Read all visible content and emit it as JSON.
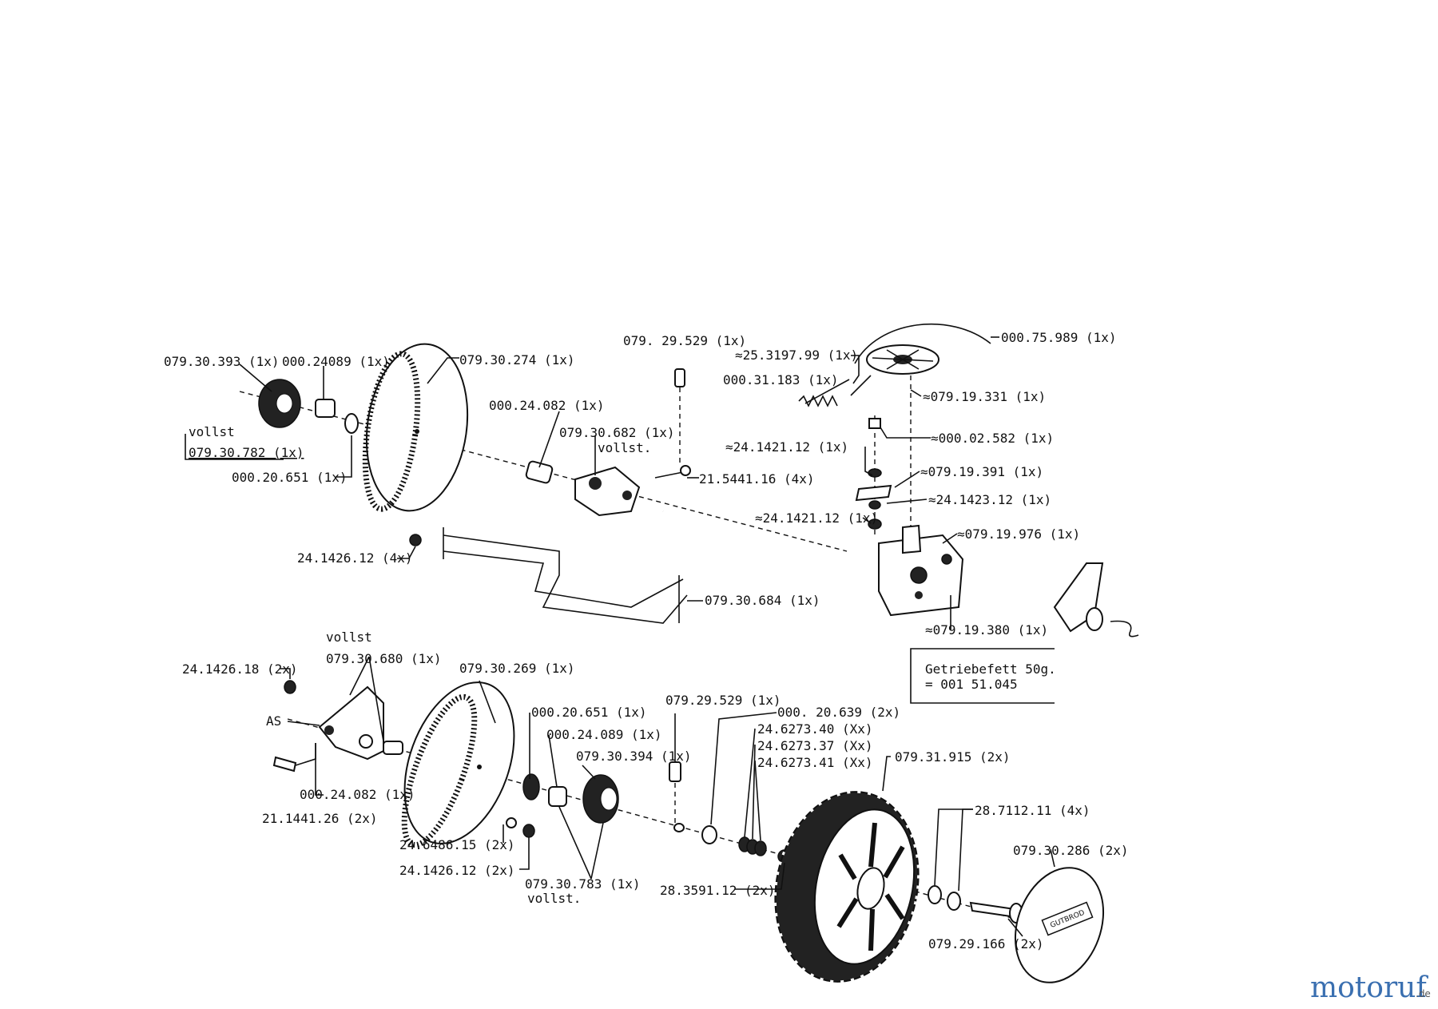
{
  "labels": {
    "p_079_30_393": "079.30.393 (1x)",
    "p_000_24089_a": "000.24089 (1x)",
    "p_079_30_274": "079.30.274 (1x)",
    "p_vollst_a": "vollst",
    "p_079_30_782": "079.30.782 (1x)",
    "p_000_20_651_a": "000.20.651 (1x)",
    "p_000_24_082_a": "000.24.082 (1x)",
    "p_079_30_682": "079.30.682 (1x)",
    "p_vollst_b": "vollst.",
    "p_079_29_529_a": "079. 29.529 (1x)",
    "p_21_5441_16": "21.5441.16 (4x)",
    "p_24_1426_12_a": "24.1426.12 (4x)",
    "p_079_30_684": "079.30.684 (1x)",
    "p_25_3197_99": "≈25.3197.99 (1x)",
    "p_000_31_183": "000.31.183 (1x)",
    "p_000_75_989": "000.75.989 (1x)",
    "p_079_19_331": "≈079.19.331 (1x)",
    "p_000_02_582": "≈000.02.582 (1x)",
    "p_24_1421_12_a": "≈24.1421.12 (1x)",
    "p_079_19_391": "≈079.19.391 (1x)",
    "p_24_1423_12": "≈24.1423.12 (1x)",
    "p_24_1421_12_b": "≈24.1421.12 (1x)",
    "p_079_19_976": "≈079.19.976 (1x)",
    "p_079_19_380": "≈079.19.380 (1x)",
    "p_getriebefett": "Getriebefett  50g.",
    "p_001_51_045": "= 001 51.045",
    "p_vollst_c": "vollst",
    "p_079_30_680": "079.30.680 (1x)",
    "p_24_1426_18": "24.1426.18 (2x)",
    "p_079_30_269": "079.30.269 (1x)",
    "p_AS": "AS",
    "p_000_24_082_b": "000.24.082 (1x)",
    "p_21_1441_26": "21.1441.26 (2x)",
    "p_000_20_651_b": "000.20.651 (1x)",
    "p_000_24_089_b": "000.24.089 (1x)",
    "p_079_30_394": "079.30.394 (1x)",
    "p_24_6486_15": "24.6486.15 (2x)",
    "p_24_1426_12_b": "24.1426.12 (2x)",
    "p_079_30_783": "079.30.783 (1x)",
    "p_vollst_d": "vollst.",
    "p_079_29_529_b": "079.29.529 (1x)",
    "p_000_20_639": "000. 20.639 (2x)",
    "p_24_6273_40": "24.6273.40 (Xx)",
    "p_24_6273_37": "24.6273.37 (Xx)",
    "p_24_6273_41": "24.6273.41 (Xx)",
    "p_079_31_915": "079.31.915 (2x)",
    "p_28_3591_12": "28.3591.12 (2x)",
    "p_28_7112_11": "28.7112.11 (4x)",
    "p_079_30_286": "079.30.286 (2x)",
    "p_079_29_166": "079.29.166 (2x)"
  },
  "hubcap_brand": "GUTBROD",
  "watermark": {
    "brand": "motoruf",
    "suffix": ".de"
  }
}
